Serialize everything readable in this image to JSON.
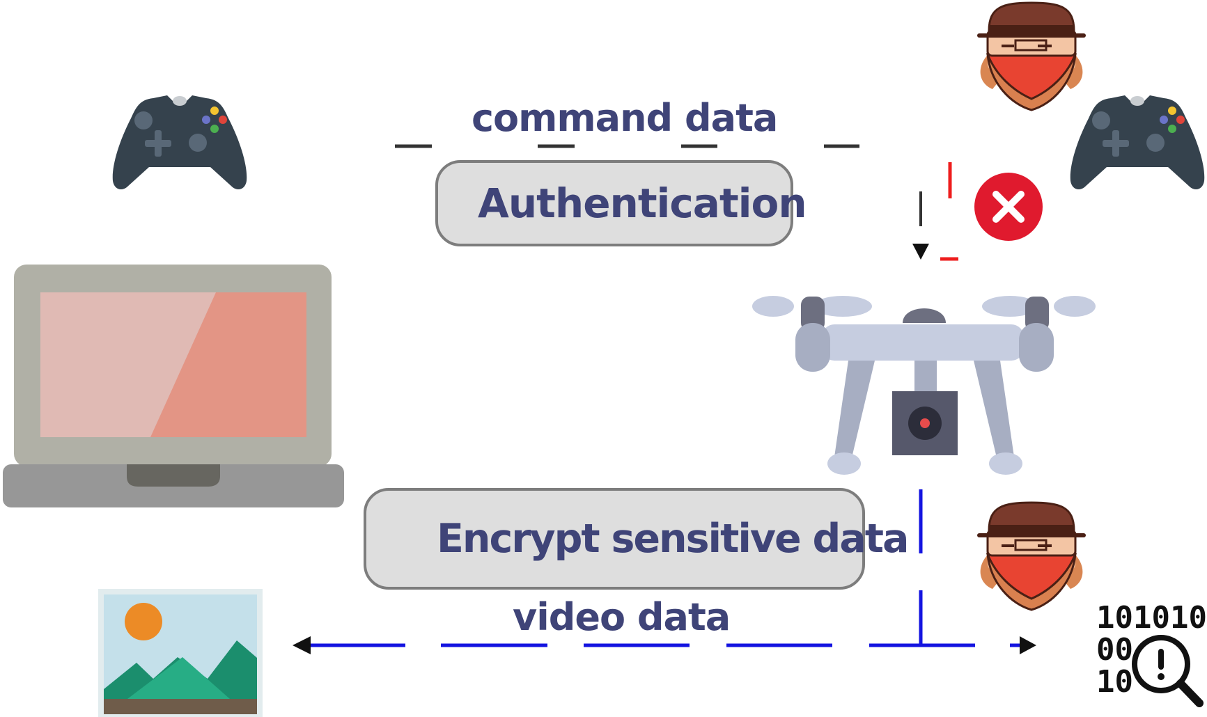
{
  "labels": {
    "command": "command data",
    "authentication": "Authentication",
    "encrypt": "Encrypt sensitive data",
    "video": "video data"
  },
  "binary_digits": {
    "row1": "101010",
    "row2": "00",
    "row3": "10"
  },
  "colors": {
    "text": "#3f4478",
    "command_line": "#333333",
    "attack_line": "#ee1c1c",
    "video_line": "#1414e0",
    "pill_fill": "#dedede",
    "pill_border": "#7d7d7d",
    "deny_badge": "#e01a2e"
  },
  "icons": [
    "gamepad-icon",
    "laptop-icon",
    "image-icon",
    "drone-icon",
    "hacker-icon",
    "deny-icon",
    "key-icon",
    "binary-search-icon"
  ]
}
